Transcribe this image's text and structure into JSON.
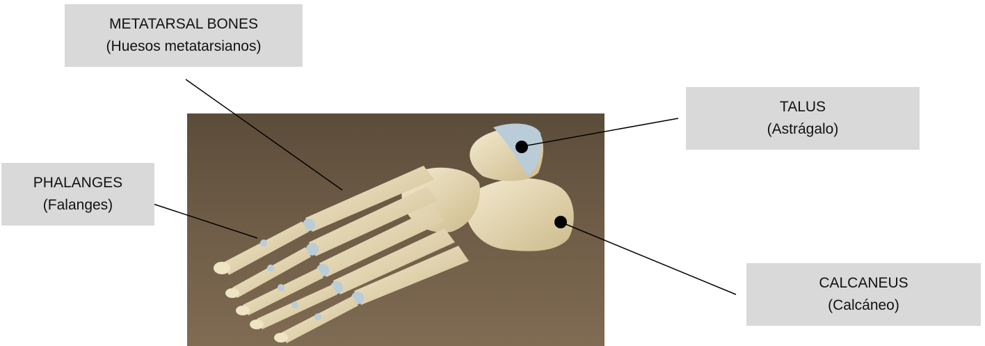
{
  "labels": {
    "metatarsal": {
      "title": "METATARSAL BONES",
      "subtitle": "(Huesos metatarsianos)"
    },
    "talus": {
      "title": "TALUS",
      "subtitle": "(Astrágalo)"
    },
    "phalanges": {
      "title": "PHALANGES",
      "subtitle": "(Falanges)"
    },
    "calcaneus": {
      "title": "CALCANEUS",
      "subtitle": "(Calcáneo)"
    }
  },
  "colors": {
    "label_background": "#d9d9d9",
    "photo_background": "#6b5a44",
    "bone": "#e8dcb4",
    "cartilage": "#b9ccd8",
    "pointer_line": "#000000",
    "marker_dot": "#000000"
  }
}
